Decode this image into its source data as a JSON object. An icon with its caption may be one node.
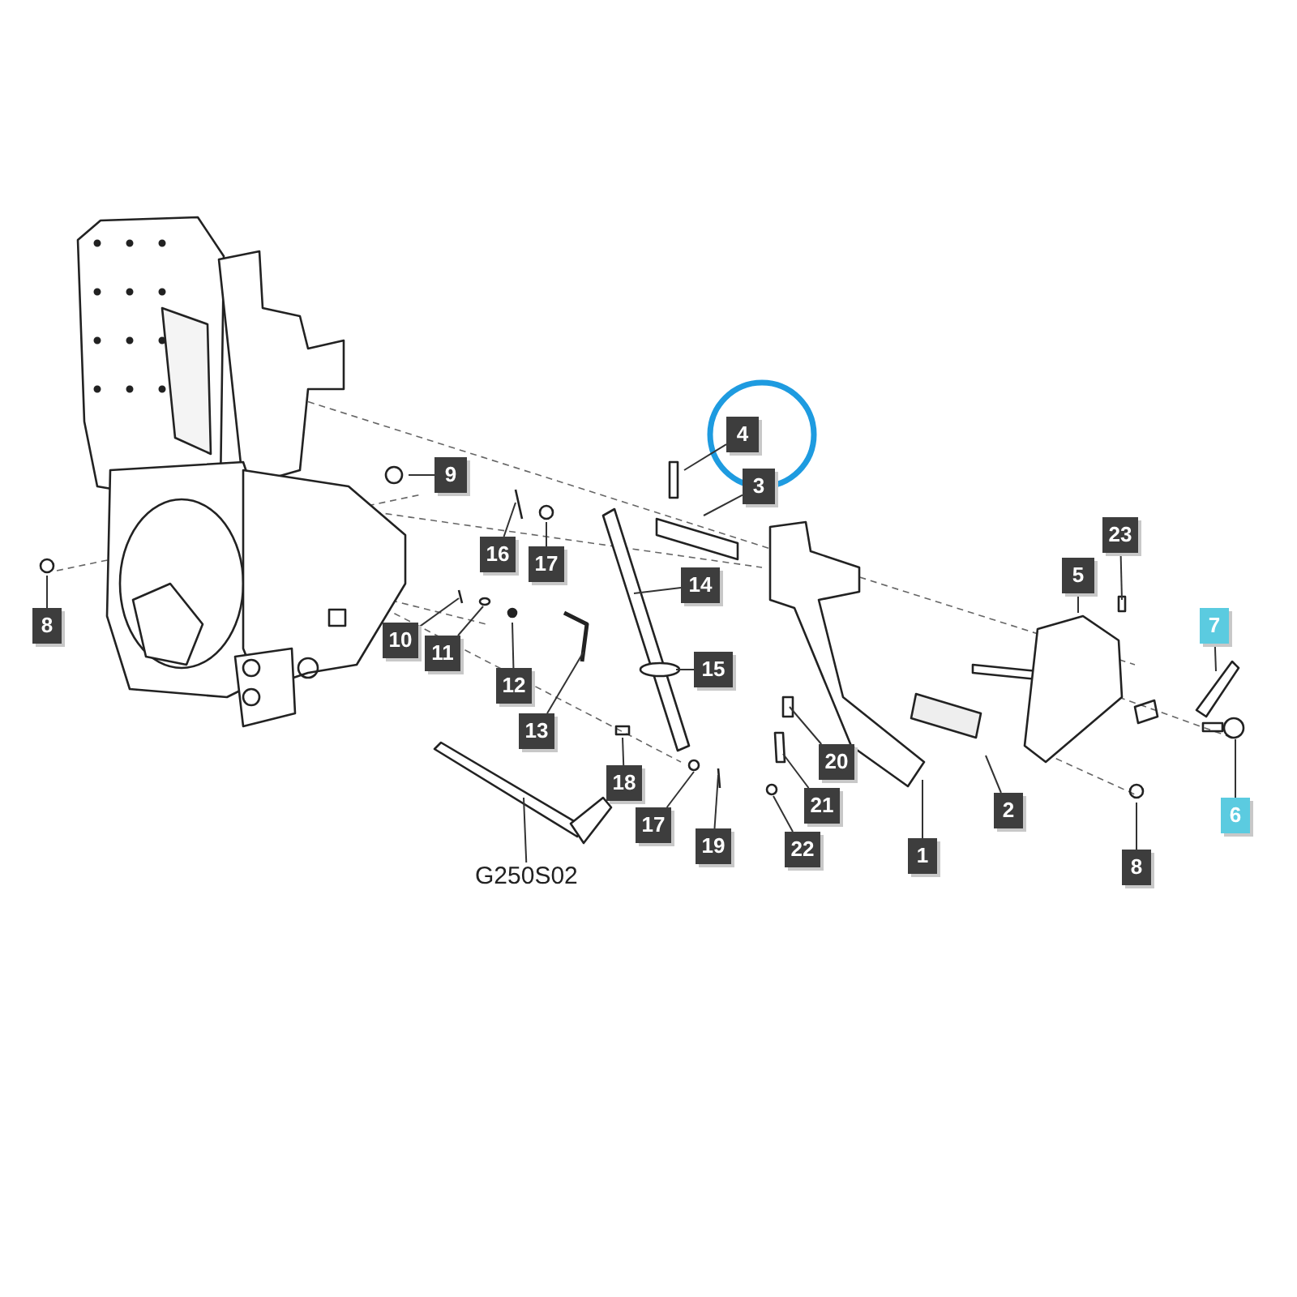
{
  "diagram": {
    "nodes": [
      {
        "text": [
          "4"
        ]
      },
      {
        "text": [
          "3"
        ]
      },
      {
        "text": [
          "9"
        ]
      },
      {
        "text": [
          "16"
        ]
      },
      {
        "text": [
          "17"
        ]
      },
      {
        "text": [
          "23"
        ]
      },
      {
        "text": [
          "5"
        ]
      },
      {
        "text": [
          "14"
        ]
      },
      {
        "text": [
          "8"
        ]
      },
      {
        "text": [
          "7"
        ]
      },
      {
        "text": [
          "10"
        ]
      },
      {
        "text": [
          "11"
        ]
      },
      {
        "text": [
          "12"
        ]
      },
      {
        "text": [
          "15"
        ]
      },
      {
        "text": [
          "18"
        ]
      },
      {
        "text": [
          "13"
        ]
      },
      {
        "text": [
          "20"
        ]
      },
      {
        "text": [
          "21"
        ]
      },
      {
        "text": [
          "2"
        ]
      },
      {
        "text": [
          "6"
        ]
      },
      {
        "text": [
          "17"
        ]
      },
      {
        "text": [
          "19"
        ]
      },
      {
        "text": [
          "G250S02"
        ]
      },
      {
        "text": [
          "22"
        ]
      },
      {
        "text": [
          "1"
        ]
      },
      {
        "text": [
          "8"
        ]
      }
    ],
    "edges": [
      {
        "from": 0,
        "to": null,
        "arrow": "none"
      },
      {
        "from": 1,
        "to": null,
        "arrow": "none"
      },
      {
        "from": 2,
        "to": null,
        "arrow": "none"
      },
      {
        "from": 3,
        "to": null,
        "arrow": "none"
      },
      {
        "from": 4,
        "to": null,
        "arrow": "none"
      },
      {
        "from": 5,
        "to": null,
        "arrow": "none"
      },
      {
        "from": 6,
        "to": null,
        "arrow": "none"
      },
      {
        "from": 7,
        "to": null,
        "arrow": "none"
      },
      {
        "from": 8,
        "to": null,
        "arrow": "none"
      },
      {
        "from": 9,
        "to": null,
        "arrow": "none"
      },
      {
        "from": 10,
        "to": null,
        "arrow": "none"
      },
      {
        "from": 11,
        "to": null,
        "arrow": "none"
      },
      {
        "from": 12,
        "to": null,
        "arrow": "none"
      },
      {
        "from": 13,
        "to": null,
        "arrow": "none"
      },
      {
        "from": 14,
        "to": null,
        "arrow": "none"
      },
      {
        "from": 15,
        "to": null,
        "arrow": "none"
      },
      {
        "from": 16,
        "to": null,
        "arrow": "none"
      },
      {
        "from": 17,
        "to": null,
        "arrow": "none"
      },
      {
        "from": 18,
        "to": null,
        "arrow": "none"
      },
      {
        "from": 19,
        "to": null,
        "arrow": "none"
      },
      {
        "from": 20,
        "to": null,
        "arrow": "none"
      },
      {
        "from": 21,
        "to": null,
        "arrow": "none"
      },
      {
        "from": 22,
        "to": null,
        "arrow": "none"
      },
      {
        "from": 23,
        "to": null,
        "arrow": "none"
      },
      {
        "from": 24,
        "to": null,
        "arrow": "none"
      },
      {
        "from": 25,
        "to": null,
        "arrow": "none"
      }
    ]
  }
}
